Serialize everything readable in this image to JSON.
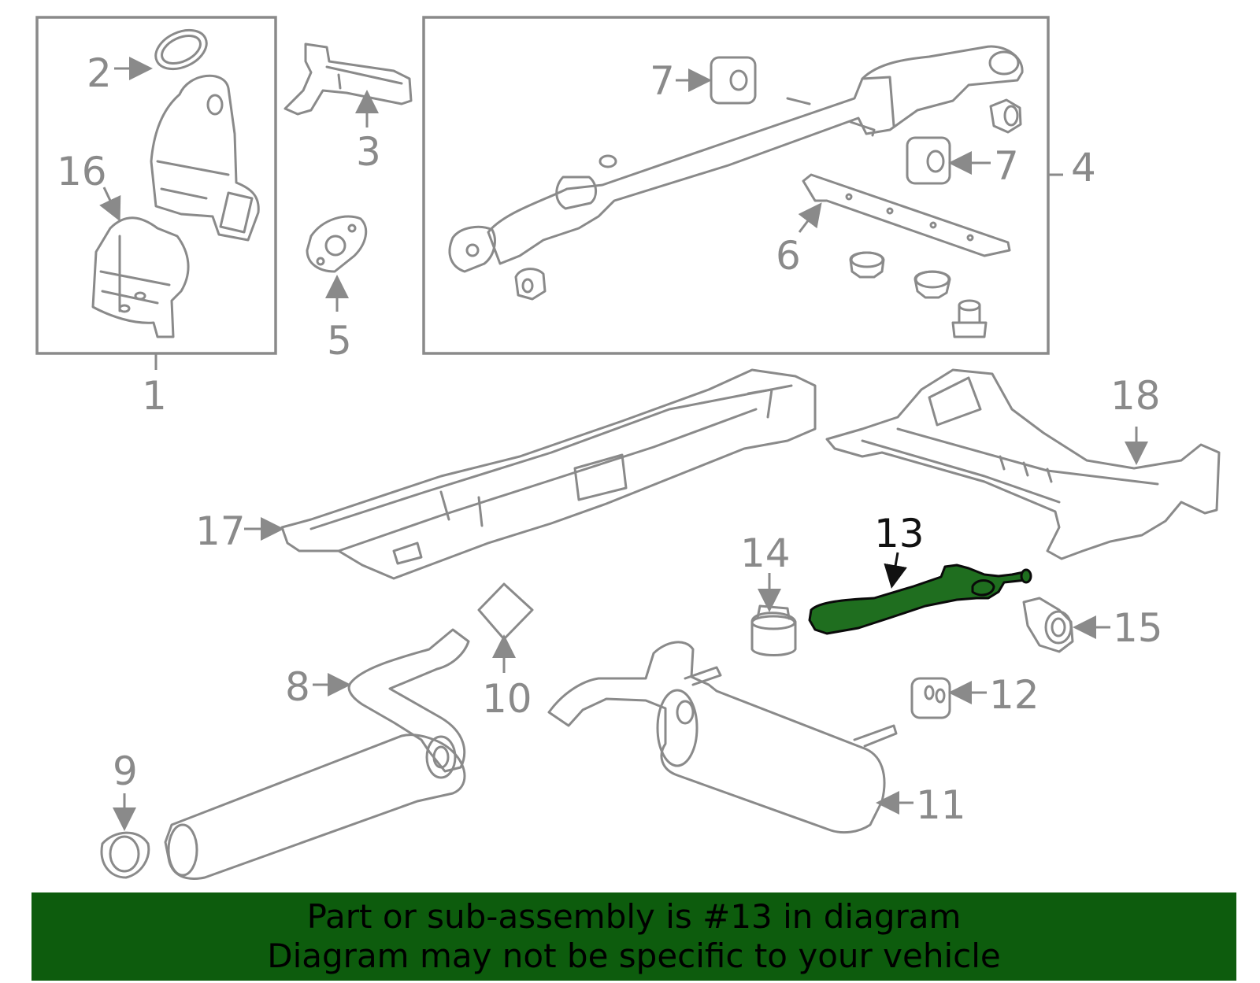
{
  "callouts": {
    "c1": "1",
    "c2": "2",
    "c3": "3",
    "c4": "4",
    "c5": "5",
    "c6": "6",
    "c7a": "7",
    "c7b": "7",
    "c8": "8",
    "c9": "9",
    "c10": "10",
    "c11": "11",
    "c12": "12",
    "c13": "13",
    "c14": "14",
    "c15": "15",
    "c16": "16",
    "c17": "17",
    "c18": "18"
  },
  "highlight": {
    "part": "13",
    "color": "#1f6e1f"
  },
  "banner": {
    "line1": "Part or sub-assembly is #13 in diagram",
    "line2": "Diagram may not be specific to your vehicle",
    "background": "#0d5c0d"
  }
}
